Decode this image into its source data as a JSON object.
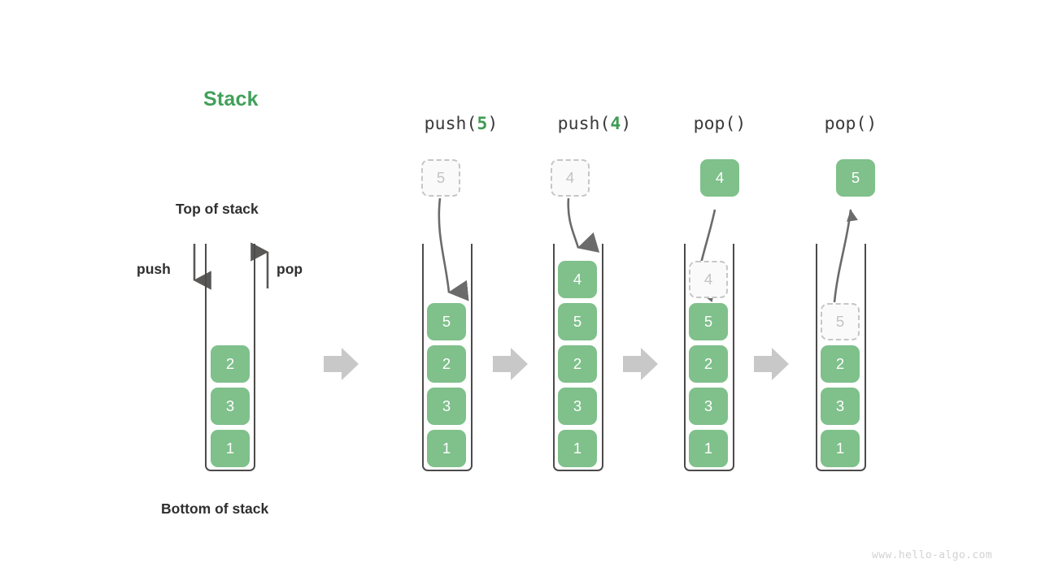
{
  "diagram": {
    "title": "Stack",
    "top_label": "Top of stack",
    "bottom_label": "Bottom of stack",
    "push_label": "push",
    "pop_label": "pop",
    "watermark": "www.hello-algo.com",
    "colors": {
      "element_fill": "#7fc08b",
      "element_text": "#ffffff",
      "ghost_fill": "#fafafa",
      "ghost_border": "#c6c6c6",
      "ghost_text": "#c3c3c3",
      "title_green": "#41a05a",
      "container_stroke": "#4d4a4a",
      "transition_arrow": "#c8c8c8",
      "curve_arrow": "#6b6b6b",
      "watermark_text": "#d2d2d2"
    }
  },
  "initial_stack": {
    "elements": [
      "2",
      "3",
      "1"
    ]
  },
  "steps": [
    {
      "op_prefix": "push(",
      "op_arg": "5",
      "op_suffix": ")",
      "op_full": "push(5)",
      "floating": {
        "value": "5",
        "style": "ghost",
        "position": "above"
      },
      "arrow_direction": "down",
      "elements": [
        "5",
        "2",
        "3",
        "1"
      ],
      "ghost_index": -1
    },
    {
      "op_prefix": "push(",
      "op_arg": "4",
      "op_suffix": ")",
      "op_full": "push(4)",
      "floating": {
        "value": "4",
        "style": "ghost",
        "position": "above"
      },
      "arrow_direction": "down",
      "elements": [
        "4",
        "5",
        "2",
        "3",
        "1"
      ],
      "ghost_index": -1
    },
    {
      "op_prefix": "pop(",
      "op_arg": "",
      "op_suffix": ")",
      "op_full": "pop()",
      "floating": {
        "value": "4",
        "style": "solid",
        "position": "above"
      },
      "arrow_direction": "up",
      "elements": [
        "4",
        "5",
        "2",
        "3",
        "1"
      ],
      "ghost_index": 0
    },
    {
      "op_prefix": "pop(",
      "op_arg": "",
      "op_suffix": ")",
      "op_full": "pop()",
      "floating": {
        "value": "5",
        "style": "solid",
        "position": "above"
      },
      "arrow_direction": "up",
      "elements": [
        "5",
        "2",
        "3",
        "1"
      ],
      "ghost_index": 0
    }
  ]
}
